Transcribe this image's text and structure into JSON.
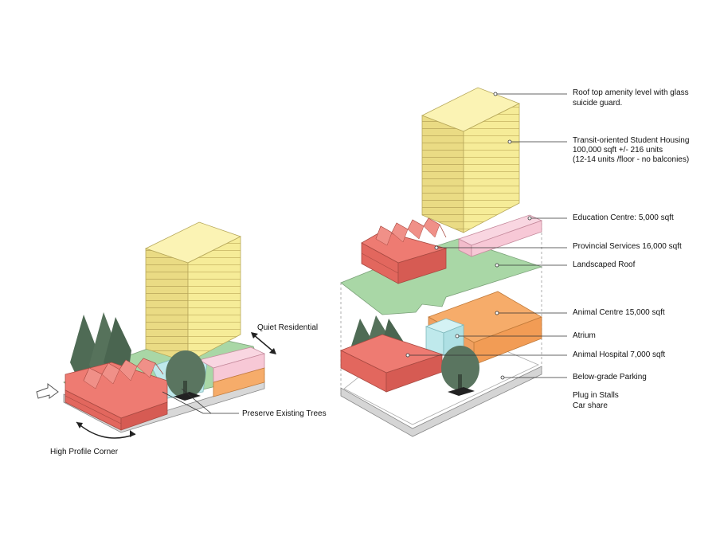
{
  "left_model": {
    "labels": {
      "quiet_residential": "Quiet Residential",
      "preserve_trees": "Preserve Existing Trees",
      "high_profile_corner": "High Profile Corner"
    }
  },
  "right_model": {
    "labels": {
      "roof_amenity_1": "Roof top amenity level with glass",
      "roof_amenity_2": "suicide guard.",
      "housing_1": "Transit-oriented Student Housing",
      "housing_2": "100,000 sqft +/- 216 units",
      "housing_3": "(12-14 units /floor  - no balconies)",
      "education": "Education Centre: 5,000 sqft",
      "provincial": "Provincial Services 16,000 sqft",
      "landscaped_roof": "Landscaped Roof",
      "animal_centre": "Animal Centre 15,000 sqft",
      "atrium": "Atrium",
      "animal_hospital": "Animal Hospital 7,000 sqft",
      "parking": "Below-grade Parking",
      "plug_in": "Plug in Stalls",
      "car_share": "Car share"
    }
  },
  "colors": {
    "tower": "#f6ec98",
    "tower_side": "#e2d57a",
    "hospital": "#ee7b72",
    "orange": "#f6ac6a",
    "pink": "#f7c8d6",
    "green": "#a9d7a6",
    "atrium": "#bfe9ec",
    "tree": "#55705a"
  }
}
